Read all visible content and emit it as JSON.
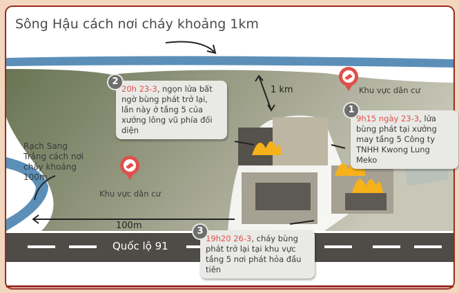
{
  "title": "Sông Hậu cách nơi cháy khoảng 1km",
  "distance_river_label": "1 km",
  "distance_canal_label": "100m",
  "canal_label": "Rạch Sang Trắng cách nơi cháy khoảng 100m",
  "residential_label_right": "Khu vực dân cư",
  "residential_label_left": "Khu vực dân cư",
  "road_label": "Quốc lộ 91",
  "callouts": [
    {
      "number": "1",
      "time": "9h15 ngày 23-3",
      "text": ", lửa bùng phát tại xưởng may tầng 5 Công ty TNHH Kwong Lung Meko"
    },
    {
      "number": "2",
      "time": "20h 23-3",
      "text": ", ngọn lửa bất ngờ bùng phát trở lại, lần này ở tầng 5 của xưởng lông vũ phía đối diện"
    },
    {
      "number": "3",
      "time": "19h20 26-3",
      "text": ", cháy bùng phát trở lại tại khu vực tầng 5 nơi phát hỏa đầu tiên"
    }
  ],
  "colors": {
    "river": "#5b8fb8",
    "land": "#6e7a5a",
    "road": "#4f4c47",
    "highlight": "#e0504a",
    "frame": "#9b2a22"
  }
}
